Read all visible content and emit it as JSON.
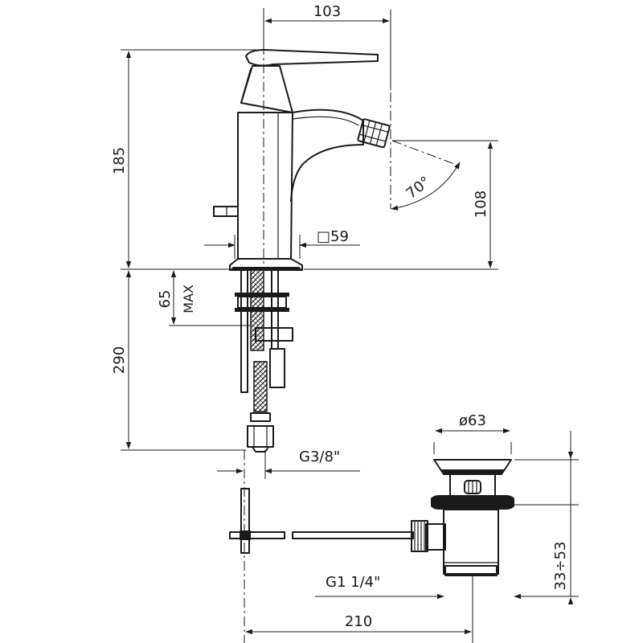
{
  "dimensions": {
    "spout_reach": "103",
    "tap_height": "185",
    "spout_height": "108",
    "spray_angle": "70°",
    "body_square": "□59",
    "max_deck": "65",
    "max_word": "MAX",
    "hose_length": "290",
    "hose_thread": "G3/8\"",
    "waste_diameter": "ø63",
    "waste_thread": "G1  1/4\"",
    "waste_height": "33÷53",
    "rod_length": "210"
  }
}
